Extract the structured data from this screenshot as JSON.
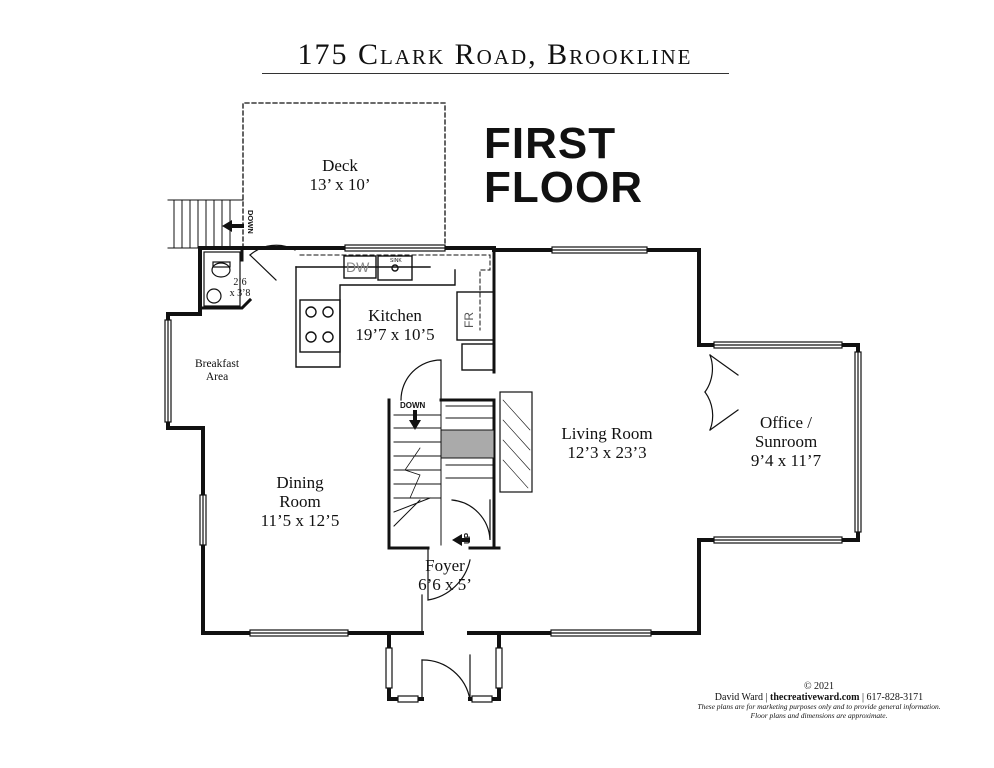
{
  "header": {
    "address": "175 Clark Road, Brookline"
  },
  "floor_title": {
    "line1": "FIRST",
    "line2": "FLOOR"
  },
  "rooms": {
    "deck": {
      "name": "Deck",
      "size": "13’ x 10’"
    },
    "kitchen": {
      "name": "Kitchen",
      "size": "19’7 x 10’5"
    },
    "breakfast": {
      "line1": "Breakfast",
      "line2": "Area"
    },
    "half_bath": {
      "line1": "2’6",
      "line2": "x 3’8"
    },
    "dining": {
      "line1": "Dining",
      "line2": "Room",
      "size": "11’5 x 12’5"
    },
    "living": {
      "name": "Living Room",
      "size": "12’3 x 23’3"
    },
    "office": {
      "line1": "Office /",
      "line2": "Sunroom",
      "size": "9’4 x 11’7"
    },
    "foyer": {
      "name": "Foyer",
      "size": "6’6 x 5’"
    }
  },
  "fixtures": {
    "dishwasher": "DW",
    "fridge": "FR",
    "sink": "SINK"
  },
  "stairs": {
    "down_main": "DOWN",
    "down_deck": "DOWN",
    "up": "UP"
  },
  "footer": {
    "copyright": "© 2021",
    "author": "David Ward",
    "site": "thecreativeward.com",
    "phone": "617-828-3171",
    "note1": "These plans are for marketing purposes only and to provide general information.",
    "note2": "Floor plans and dimensions are approximate."
  }
}
